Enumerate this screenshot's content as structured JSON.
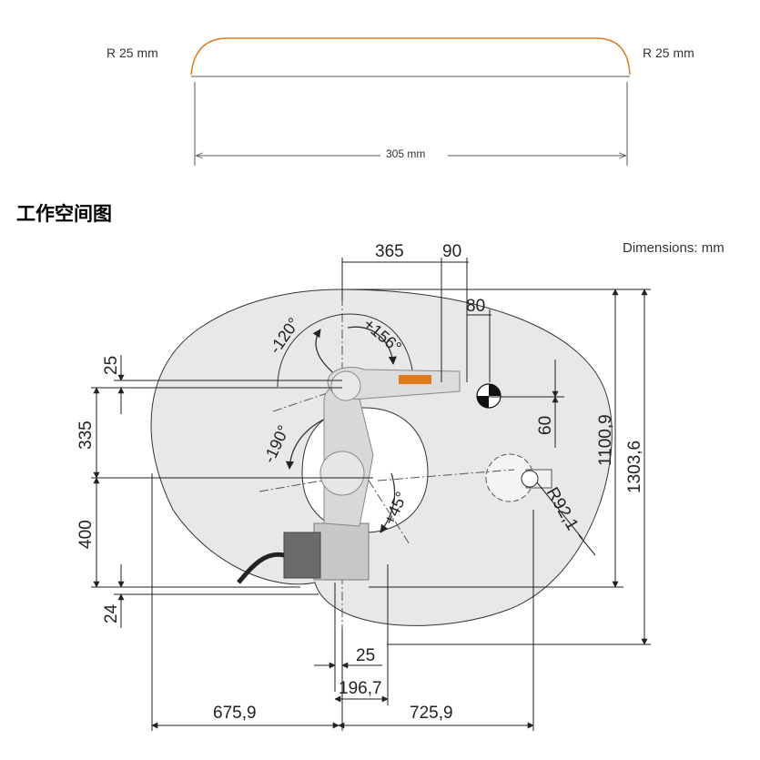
{
  "profile": {
    "radius_left": "R 25 mm",
    "radius_right": "R 25 mm",
    "width": "305 mm"
  },
  "section_title": "工作空间图",
  "units_note": "Dimensions: mm",
  "dimensions": {
    "d365": "365",
    "d90": "90",
    "d80": "80",
    "d25_top": "25",
    "d335": "335",
    "d400": "400",
    "d24": "24",
    "d60": "60",
    "d1100_9": "1100,9",
    "d1303_6": "1303,6",
    "d25_bottom": "25",
    "d196_7": "196,7",
    "d675_9": "675,9",
    "d725_9": "725,9",
    "r92_1": "R92,1"
  },
  "angles": {
    "a_neg120": "-120°",
    "a_pos156": "+156°",
    "a_neg190": "-190°",
    "a_pos45": "+45°"
  },
  "colors": {
    "profile_arc": "#e07a1f",
    "workspace_fill": "#e6e6e6",
    "robot_body": "#d7d7d7",
    "robot_dark": "#6b6b6b",
    "accent_logo": "#e07a1f"
  }
}
